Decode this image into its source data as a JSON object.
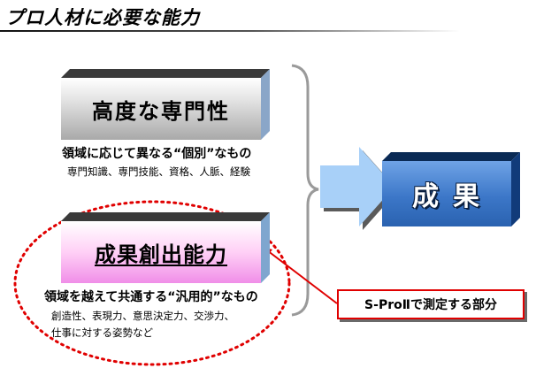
{
  "title": "プロ人材に必要な能力",
  "expert_box": {
    "label": "高度な専門性",
    "subtitle": "領域に応じて異なる“個別”なもの",
    "detail": "専門知識、専門技能、資格、人脈、経験"
  },
  "result_power_box": {
    "label": "成果創出能力",
    "subtitle": "領域を越えて共通する“汎用的”なもの",
    "detail_line1": "創造性、表現力、意思決定力、交渉力、",
    "detail_line2": "仕事に対する姿勢など"
  },
  "result_box": {
    "label": "成果"
  },
  "callout": {
    "label": "S-ProⅡで測定する部分"
  },
  "colors": {
    "accent_red": "#e00000",
    "arrow_blue": "#a8d0f8",
    "result_blue": "#3c77c8",
    "pink": "#f08ee8"
  }
}
